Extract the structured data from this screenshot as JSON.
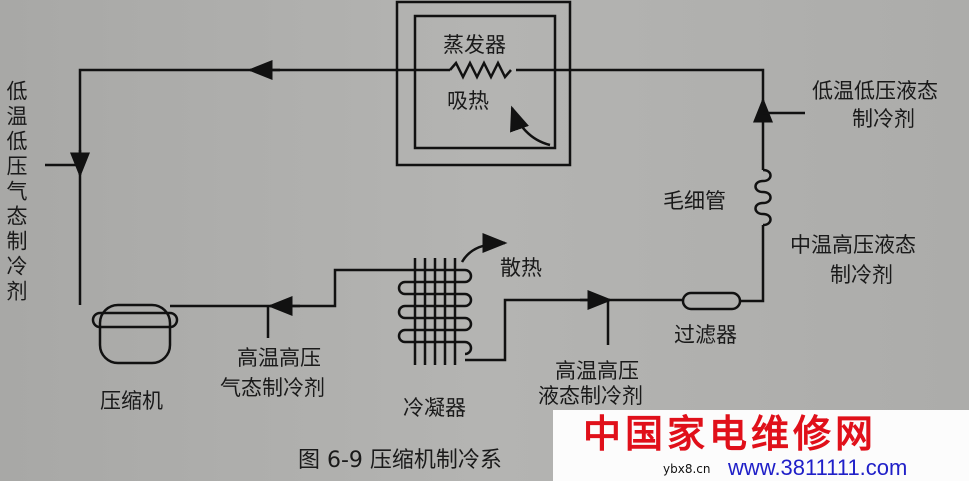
{
  "evaporator": {
    "name": "蒸发器",
    "action": "吸热"
  },
  "left_label": "低温低压气态制冷剂",
  "top_right_label": [
    "低温低压液态",
    "制冷剂"
  ],
  "capillary": "毛细管",
  "mid_right_label": [
    "中温高压液态",
    "制冷剂"
  ],
  "condenser_action": "散热",
  "filter": "过滤器",
  "compressor": "压缩机",
  "compressor_out_label": [
    "高温高压",
    "气态制冷剂"
  ],
  "condenser": "冷凝器",
  "condenser_out_label": [
    "高温高压",
    "液态制冷剂"
  ],
  "caption": "图 6-9   压缩机制冷系",
  "watermark": {
    "title": "中国家电维修网",
    "site": "ybx8.cn",
    "url": "www.3811111.com"
  }
}
